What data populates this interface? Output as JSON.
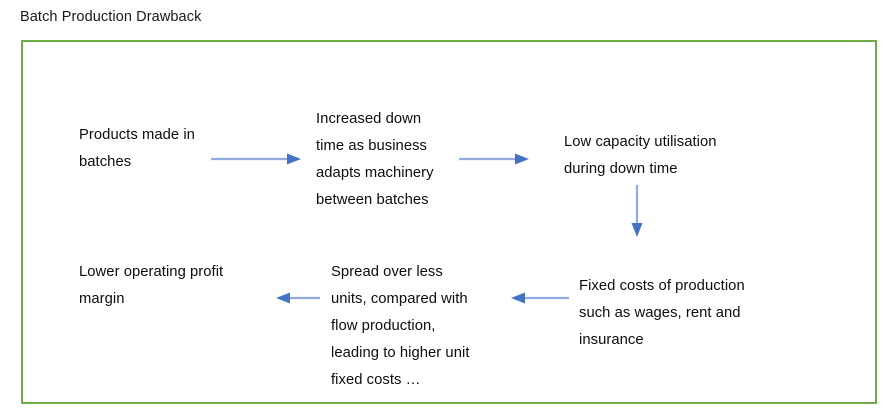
{
  "title": "Batch Production Drawback",
  "colors": {
    "frame_border": "#70AD47",
    "arrow_line": "#8FAADC",
    "arrow_head": "#4472C4",
    "text": "#0d0d0d",
    "background": "#ffffff"
  },
  "diagram": {
    "type": "flow-diagram",
    "nodes": [
      {
        "id": "products-made-in-batches",
        "text": "Products made in\nbatches"
      },
      {
        "id": "increased-down-time",
        "text": "Increased down\ntime as business\nadapts machinery\nbetween batches"
      },
      {
        "id": "low-capacity-utilisation",
        "text": "Low capacity utilisation\nduring down time"
      },
      {
        "id": "fixed-costs-of-production",
        "text": "Fixed costs of production\nsuch as wages, rent and\ninsurance"
      },
      {
        "id": "spread-over-less-units",
        "text": "Spread over less\nunits, compared with\nflow production,\nleading to higher unit\nfixed costs …"
      },
      {
        "id": "lower-operating-profit-margin",
        "text": "Lower operating profit\nmargin"
      }
    ],
    "arrows": [
      {
        "id": "arrow-products-to-downtime",
        "from": "products-made-in-batches",
        "to": "increased-down-time",
        "direction": "right"
      },
      {
        "id": "arrow-downtime-to-lowcapacity",
        "from": "increased-down-time",
        "to": "low-capacity-utilisation",
        "direction": "right"
      },
      {
        "id": "arrow-lowcapacity-to-fixedcosts",
        "from": "low-capacity-utilisation",
        "to": "fixed-costs-of-production",
        "direction": "down"
      },
      {
        "id": "arrow-fixedcosts-to-spread",
        "from": "fixed-costs-of-production",
        "to": "spread-over-less-units",
        "direction": "left"
      },
      {
        "id": "arrow-spread-to-lowermargin",
        "from": "spread-over-less-units",
        "to": "lower-operating-profit-margin",
        "direction": "left"
      }
    ]
  }
}
